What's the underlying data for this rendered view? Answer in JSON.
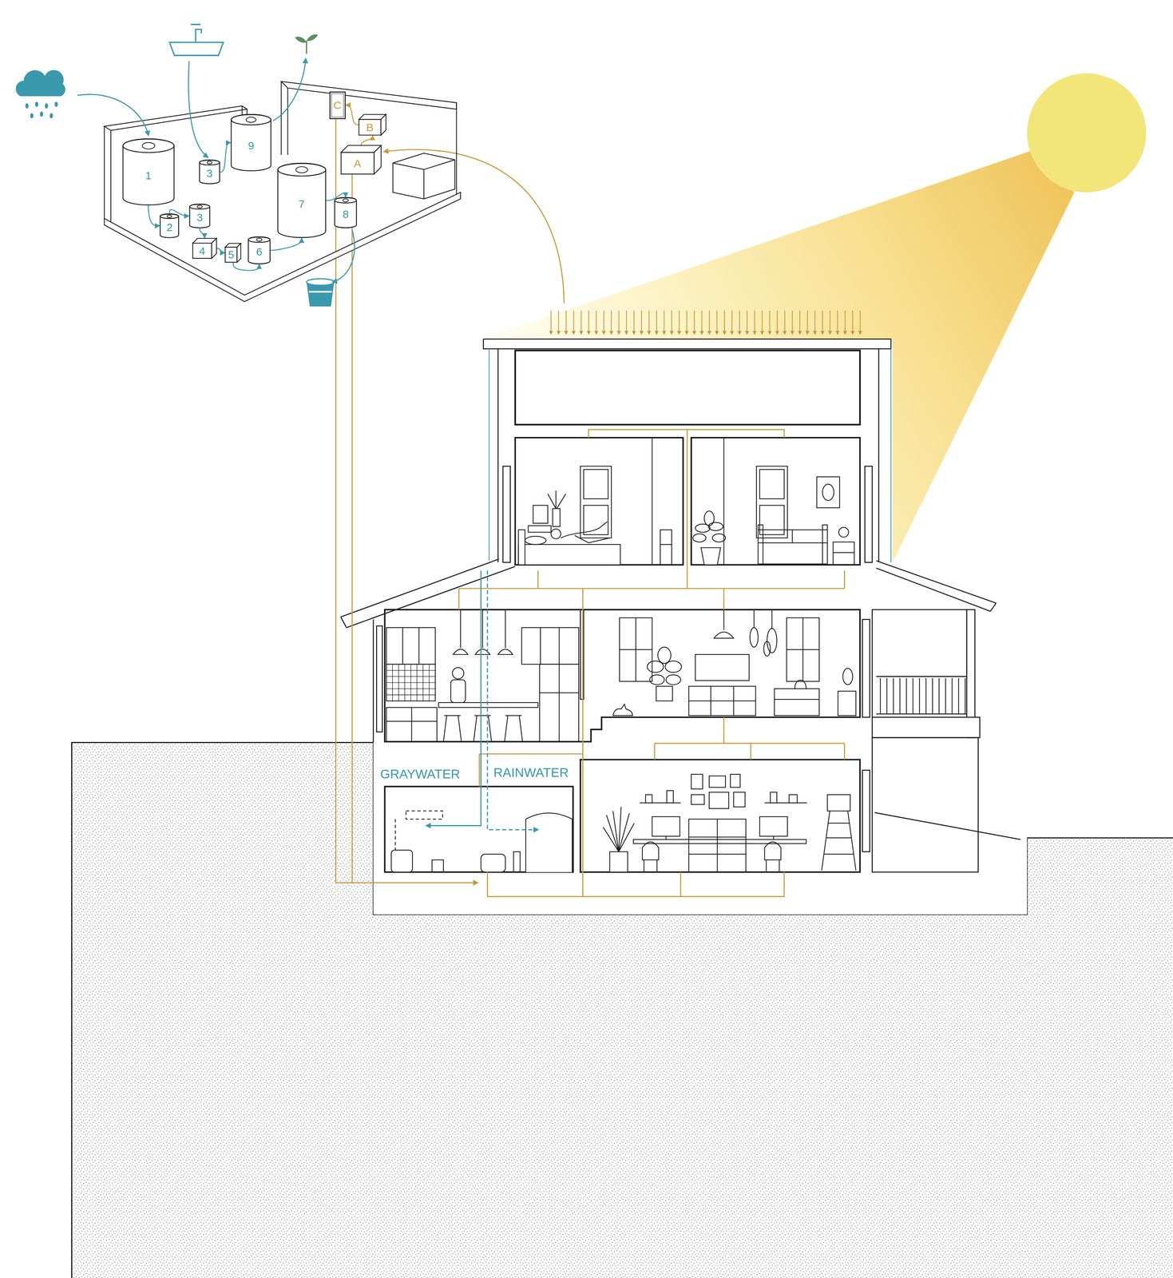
{
  "diagram": {
    "nodes": [
      {
        "text": [
          "C"
        ]
      },
      {
        "text": [
          "B"
        ]
      },
      {
        "text": [
          "A"
        ]
      },
      {
        "text": [
          "9"
        ]
      },
      {
        "text": [
          "3"
        ]
      },
      {
        "text": [
          "1"
        ]
      },
      {
        "text": [
          "7"
        ]
      },
      {
        "text": [
          "8"
        ]
      },
      {
        "text": [
          "2"
        ]
      },
      {
        "text": [
          "3"
        ]
      },
      {
        "text": [
          "4"
        ]
      },
      {
        "text": [
          "5"
        ]
      },
      {
        "text": [
          "6"
        ]
      }
    ],
    "edges": [
      {
        "from": 5,
        "to": 8,
        "arrow": "to"
      },
      {
        "from": 8,
        "to": 9,
        "arrow": "to"
      },
      {
        "from": 9,
        "to": 10,
        "arrow": "to"
      },
      {
        "from": 10,
        "to": 11,
        "arrow": "to"
      },
      {
        "from": 11,
        "to": 12,
        "arrow": "to"
      },
      {
        "from": 12,
        "to": 6,
        "arrow": "to"
      },
      {
        "from": 6,
        "to": 7,
        "arrow": "to"
      },
      {
        "from": 4,
        "to": 3,
        "arrow": "to"
      },
      {
        "from": 2,
        "to": 1,
        "arrow": "to"
      },
      {
        "from": 1,
        "to": 0,
        "arrow": "to"
      }
    ],
    "labels": [
      "GRAYWATER",
      "RAINWATER"
    ]
  }
}
